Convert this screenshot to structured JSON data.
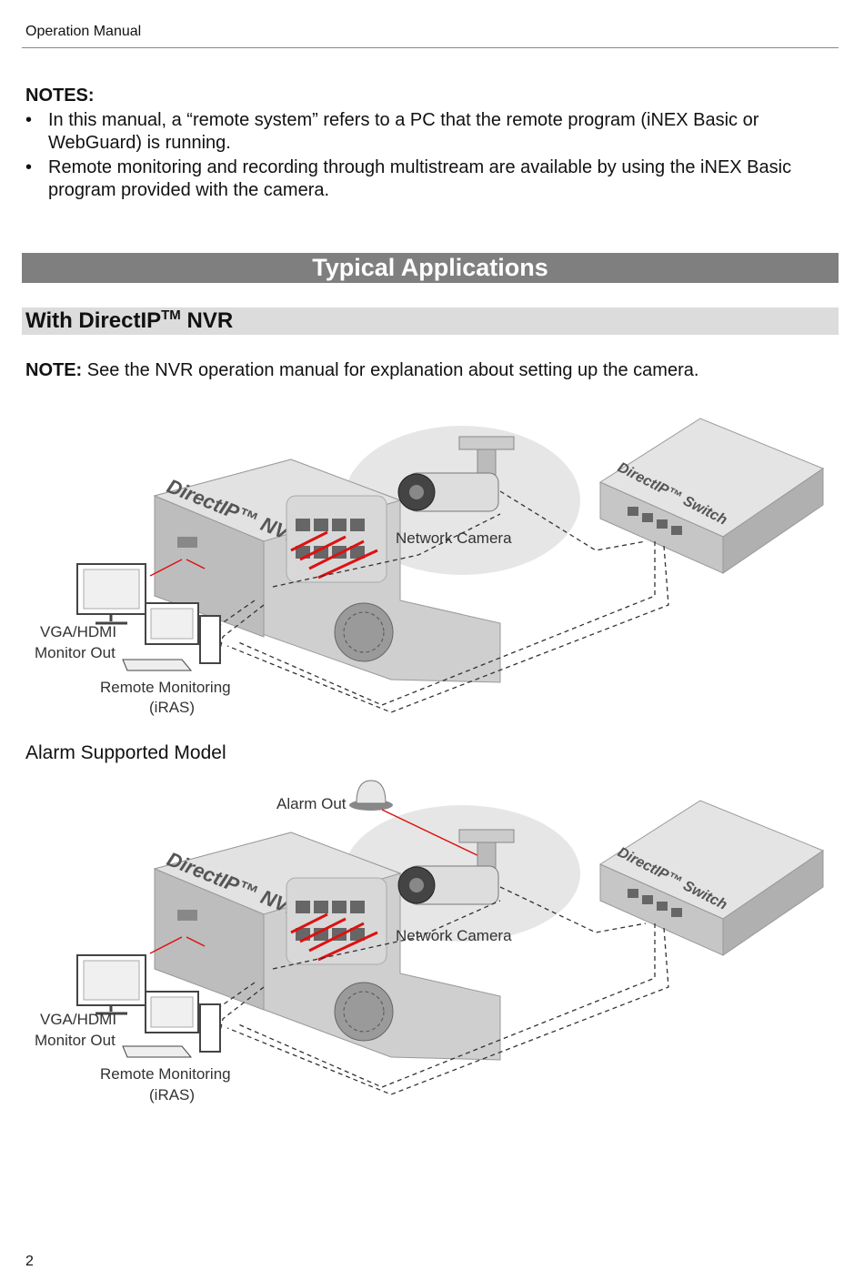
{
  "header": {
    "title": "Operation Manual"
  },
  "notes": {
    "title": "NOTES:",
    "items": [
      "In this manual, a “remote system” refers to a PC that the remote program (iNEX Basic or WebGuard) is running.",
      "Remote monitoring and recording through multistream are available by using the iNEX Basic program provided with the camera."
    ]
  },
  "section": {
    "title": "Typical Applications"
  },
  "subsection": {
    "title": "With DirectIP",
    "tm": "TM",
    "suffix": " NVR"
  },
  "note": {
    "label": "NOTE:",
    "text": " See the NVR operation manual for explanation about setting up the camera."
  },
  "diagram1": {
    "nvr_label": "DirectIP™ NVR",
    "switch_label": "DirectIP™ Switch",
    "camera_label": "Network Camera",
    "monitor_label_1": "VGA/HDMI",
    "monitor_label_2": "Monitor Out",
    "remote_label_1": "Remote Monitoring",
    "remote_label_2": "(iRAS)"
  },
  "alarm_section": {
    "title": "Alarm Supported Model"
  },
  "diagram2": {
    "alarm_label": "Alarm Out",
    "nvr_label": "DirectIP™ NVR",
    "switch_label": "DirectIP™ Switch",
    "camera_label": "Network Camera",
    "monitor_label_1": "VGA/HDMI",
    "monitor_label_2": "Monitor Out",
    "remote_label_1": "Remote Monitoring",
    "remote_label_2": "(iRAS)"
  },
  "footer": {
    "page": "2"
  }
}
